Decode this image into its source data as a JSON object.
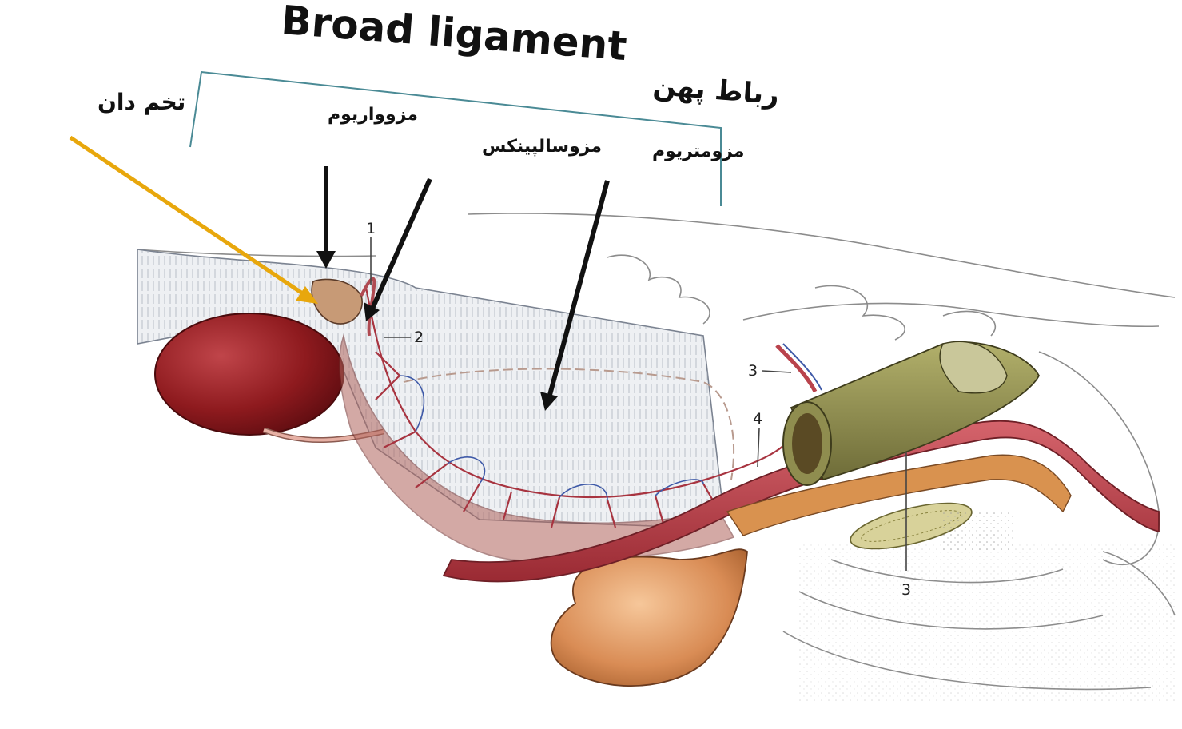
{
  "title": {
    "english": "Broad ligament",
    "persian": "رباط پهن"
  },
  "labels": {
    "ovary": "تخم دان",
    "mesovarium": "مزوواریوم",
    "mesosalpinx": "مزوسالپینکس",
    "mesometrium": "مزومتریوم"
  },
  "numbers": {
    "n1": "1",
    "n2": "2",
    "n3a": "3",
    "n3b": "3",
    "n4": "4"
  },
  "colors": {
    "bracket": "#4a8a95",
    "ovary_arrow": "#e8a70c",
    "label_arrows": "#111111",
    "kidney": "#8e1a1e",
    "uterine_horn": "#a8404a",
    "artery": "#b9434c",
    "bladder": "#d98c55",
    "rectum": "#8b8a4c",
    "ligament_fill": "#eef0f3"
  }
}
